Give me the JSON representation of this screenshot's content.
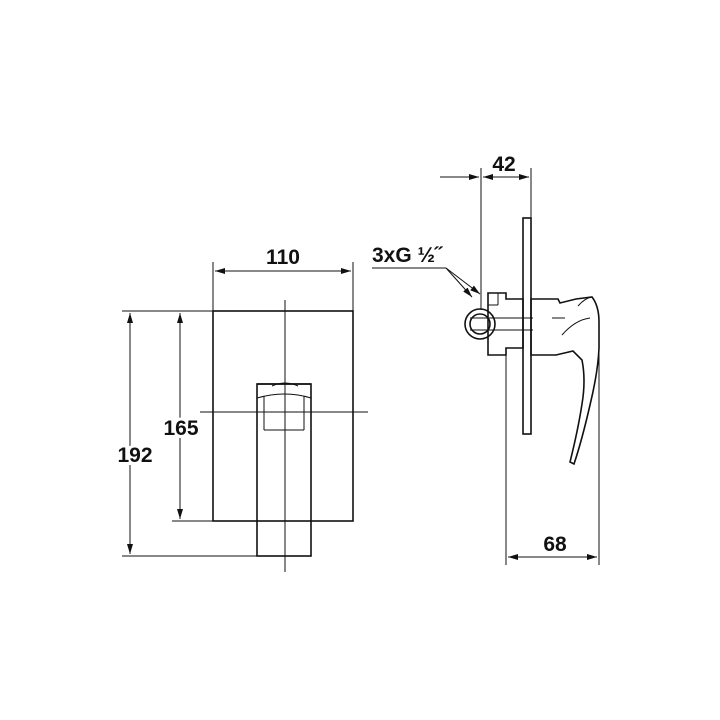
{
  "drawing": {
    "dimensions": {
      "width_front": "110",
      "height_outer": "192",
      "height_plate": "165",
      "depth_body": "42",
      "depth_total": "68",
      "connection": "3xG ½˝"
    }
  }
}
